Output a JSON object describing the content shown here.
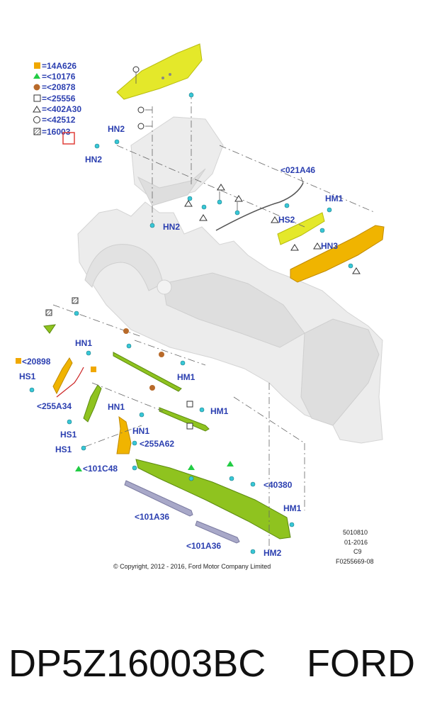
{
  "legend": [
    {
      "symbol": "orange-square",
      "text": "=14A626",
      "color": "#f0a800"
    },
    {
      "symbol": "green-triangle",
      "text": "=<10176",
      "color": "#22cc44"
    },
    {
      "symbol": "brown-circle",
      "text": "=<20878",
      "color": "#b86a2a"
    },
    {
      "symbol": "open-square",
      "text": "=<25556",
      "color": "#333333"
    },
    {
      "symbol": "open-triangle",
      "text": "=<402A30",
      "color": "#333333"
    },
    {
      "symbol": "open-circle",
      "text": "=<42512",
      "color": "#333333"
    },
    {
      "symbol": "hatched-square",
      "text": "=16003",
      "color": "#333333"
    }
  ],
  "labels": {
    "hn2_top": "HN2",
    "hn2_left": "HN2",
    "hn2_mid": "HN2",
    "p021a46": "<021A46",
    "hm1_top": "HM1",
    "hs2": "HS2",
    "hn3": "HN3",
    "hn1_a": "HN1",
    "p20898": "<20898",
    "hs1_a": "HS1",
    "hm1_mid": "HM1",
    "p255a34": "<255A34",
    "hn1_b": "HN1",
    "hm1_right": "HM1",
    "hs1_b": "HS1",
    "hn1_c": "HN1",
    "p255a62": "<255A62",
    "hs1_c": "HS1",
    "p101c48": "<101C48",
    "p40380": "<40380",
    "p101a36_a": "<101A36",
    "hm1_low": "HM1",
    "p101a36_b": "<101A36",
    "hm2": "HM2"
  },
  "ref": {
    "line1": "5010810",
    "line2": "01-2016",
    "line3": "C9",
    "line4": "F0255669-08"
  },
  "copyright": "© Copyright, 2012 - 2016, Ford Motor Company Limited",
  "caption": {
    "part_number": "DP5Z16003BC",
    "brand": "FORD"
  },
  "colors": {
    "label_blue": "#2b3fb0",
    "part_yellow": "#e4e82a",
    "part_green": "#8fc31f",
    "part_orange": "#f0b400",
    "clip_cyan": "#38c7d6",
    "highlight_red": "#e0403a"
  }
}
